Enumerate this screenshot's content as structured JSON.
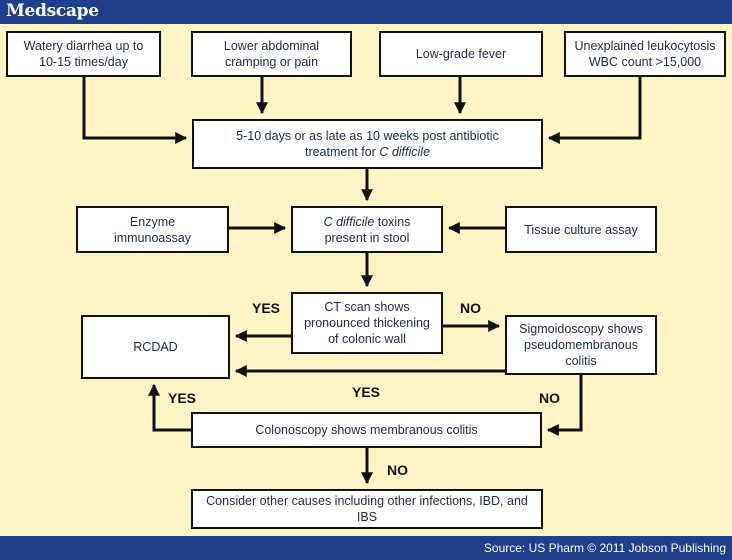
{
  "header": {
    "brand": "Medscape"
  },
  "footer": {
    "source": "Source: US Pharm © 2011 Jobson Publishing"
  },
  "colors": {
    "banner": "#1f3f8a",
    "background": "#fdf5c6",
    "box_fill": "#ffffff",
    "line": "#111111"
  },
  "nodes": {
    "watery_diarrhea": {
      "line1": "Watery diarrhea up to",
      "line2": "10-15 times/day"
    },
    "abdominal_cramping": {
      "line1": "Lower abdominal",
      "line2": "cramping or pain"
    },
    "low_grade_fever": {
      "text": "Low-grade fever"
    },
    "leukocytosis": {
      "line1": "Unexplained leukocytosis",
      "line2": "WBC count >15,000"
    },
    "post_antibiotic": {
      "line1": "5-10 days or as late as 10 weeks post antibiotic",
      "line2_prefix": "treatment for ",
      "line2_italic": "C difficile"
    },
    "enzyme_immunoassay": {
      "line1": "Enzyme",
      "line2": "immunoassay"
    },
    "toxins_present": {
      "line1_italic": "C difficile",
      "line1_suffix": " toxins",
      "line2": "present in stool"
    },
    "tissue_culture": {
      "text": "Tissue culture assay"
    },
    "ct_scan": {
      "line1": "CT scan shows",
      "line2": "pronounced thickening",
      "line3": "of colonic wall"
    },
    "rcdad": {
      "text": "RCDAD"
    },
    "sigmoidoscopy": {
      "line1": "Sigmoidoscopy shows",
      "line2": "pseudomembranous",
      "line3": "colitis"
    },
    "colonoscopy": {
      "text": "Colonoscopy shows membranous colitis"
    },
    "other_causes": {
      "text": "Consider other causes including other infections, IBD, and IBS"
    }
  },
  "edge_labels": {
    "ct_yes": "YES",
    "ct_no": "NO",
    "sigmoid_yes": "YES",
    "sigmoid_no": "NO",
    "colon_yes": "YES",
    "colon_no": "NO"
  }
}
